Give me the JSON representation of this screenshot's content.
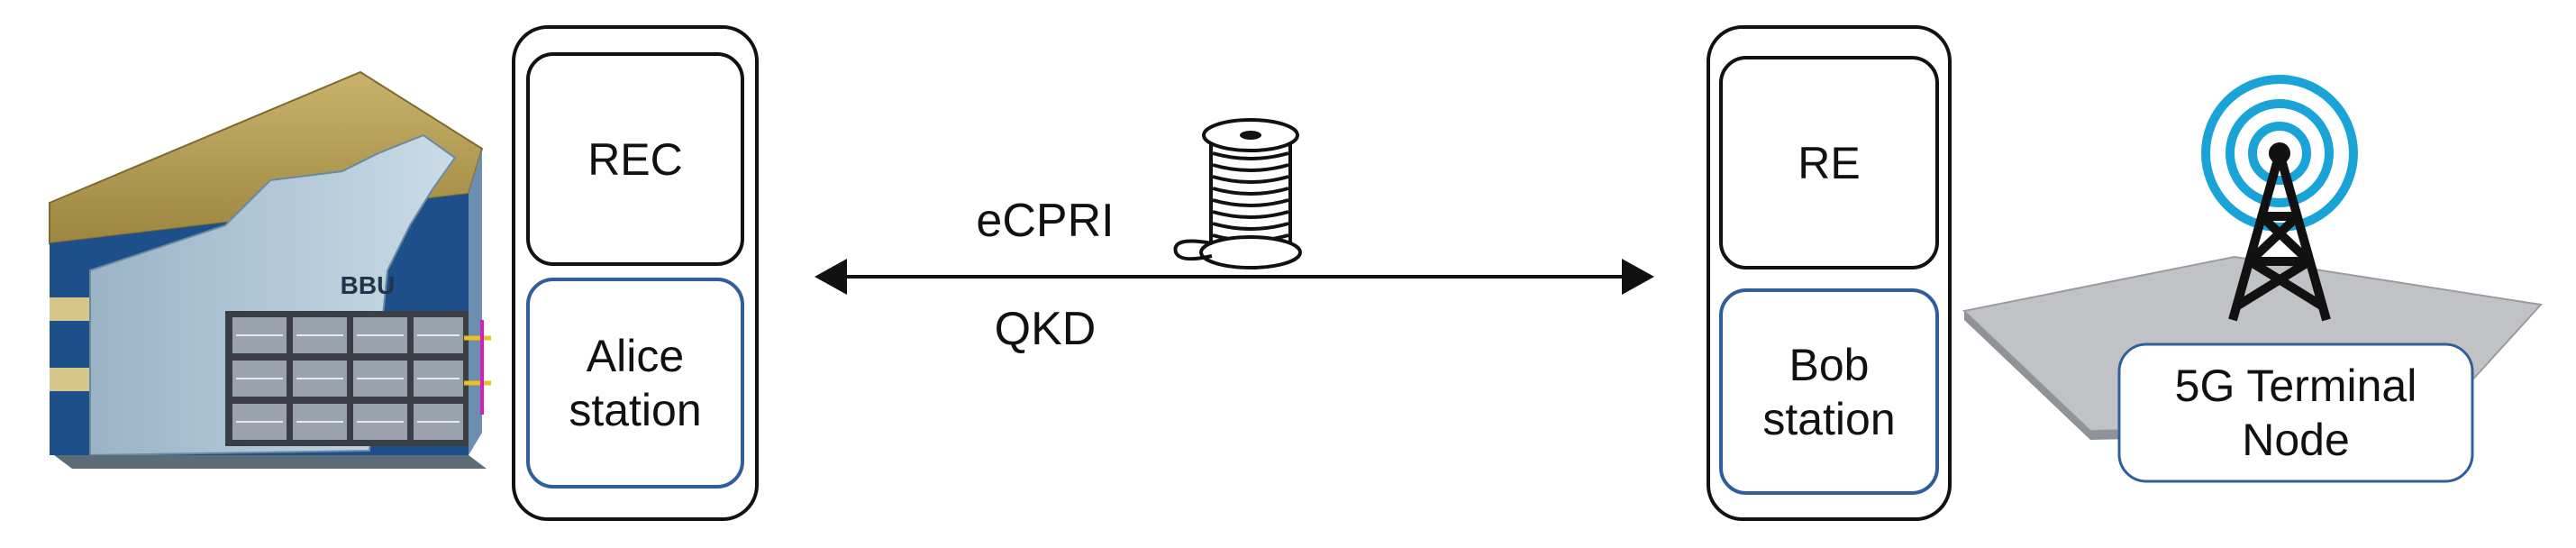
{
  "left_building": {
    "label": "BBU"
  },
  "alice_unit": {
    "top_box": "REC",
    "bottom_box": "Alice\nstation"
  },
  "link": {
    "upper_label": "eCPRI",
    "lower_label": "QKD"
  },
  "bob_unit": {
    "top_box": "RE",
    "bottom_box": "Bob\nstation"
  },
  "terminal": {
    "label": "5G Terminal\nNode"
  },
  "colors": {
    "station_border": "#2e5f9a",
    "box_border": "#111111"
  }
}
